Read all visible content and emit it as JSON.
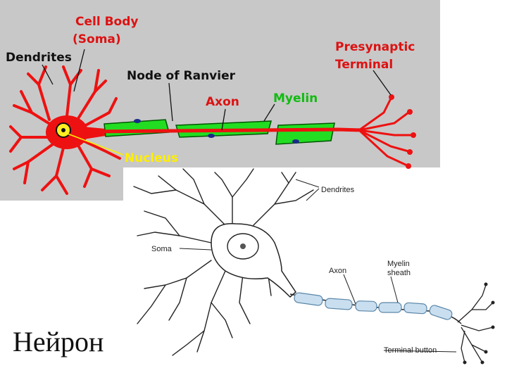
{
  "top_diagram": {
    "labels": {
      "cell_body": "Cell Body",
      "soma": "(Soma)",
      "dendrites": "Dendrites",
      "node_of_ranvier": "Node of Ranvier",
      "axon": "Axon",
      "myelin": "Myelin",
      "presynaptic": "Presynaptic",
      "terminal": "Terminal",
      "nucleus": "Nucleus"
    },
    "colors": {
      "background": "#c8c8c8",
      "neuron": "#ee1111",
      "myelin": "#22dd22",
      "nucleus": "#ffee22",
      "label_red": "#dd1111",
      "label_dark": "#111111",
      "label_green": "#11bb11",
      "label_yellow": "#ffee00"
    }
  },
  "bottom_diagram": {
    "labels": {
      "dendrites": "Dendrites",
      "soma": "Soma",
      "axon": "Axon",
      "myelin_line1": "Myelin",
      "myelin_line2": "sheath",
      "terminal_button": "Terminal button"
    },
    "colors": {
      "sheath": "#c9dff0",
      "sheath_stroke": "#5a86a8",
      "ink": "#222222"
    }
  },
  "caption": "Нейрон"
}
